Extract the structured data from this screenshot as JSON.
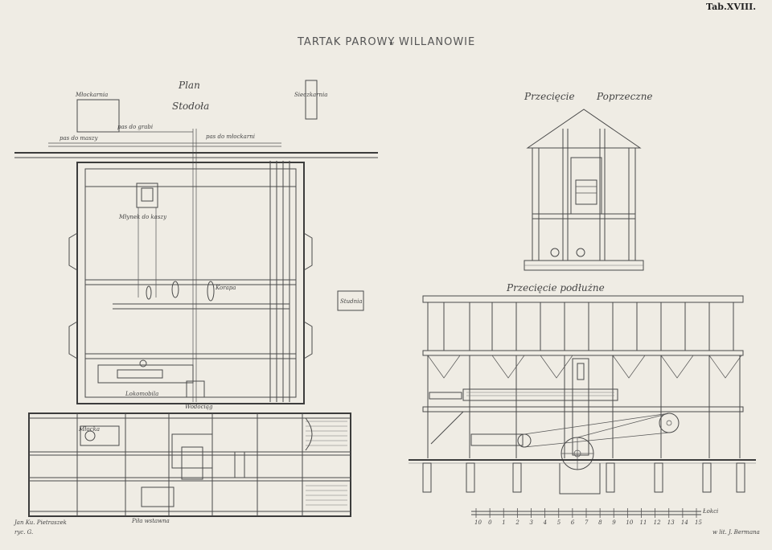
{
  "sheet": {
    "tab_label": "Tab.XVIII.",
    "title_main": "TARTAK PAROWY",
    "title_w": "w",
    "title_place": "WILLANOWIE"
  },
  "plan": {
    "heading_plan": "Plan",
    "heading_stodola": "Stodoła",
    "label_mlockarnia": "Młockarnia",
    "label_sieczkarnia": "Sieczkarnia",
    "label_pas_grabi": "pas do grabi",
    "label_pas_maszyny": "pas do maszy",
    "label_pas_mlockarni": "pas do młockarni",
    "label_mlynek": "Młynek do kaszy",
    "label_korapa": "Korapa",
    "label_lokomobila": "Lokomobila",
    "label_wodociag": "Wodociąg",
    "label_studnia": "Studnia",
    "label_mlockarnia2": "Młocka",
    "label_pila": "Piła wstawna"
  },
  "sections": {
    "poprzeczne_1": "Przecięcie",
    "poprzeczne_2": "Poprzeczne",
    "podluzne": "Przecięcie podłużne"
  },
  "scale": {
    "ticks": [
      "10",
      "0",
      "1",
      "2",
      "3",
      "4",
      "5",
      "6",
      "7",
      "8",
      "9",
      "10",
      "11",
      "12",
      "13",
      "14",
      "15"
    ],
    "unit": "Łokci"
  },
  "credits": {
    "left_1": "Jan Ku. Pietraszek",
    "left_2": "ryc. G.",
    "right": "w lit. J. Bermana"
  }
}
